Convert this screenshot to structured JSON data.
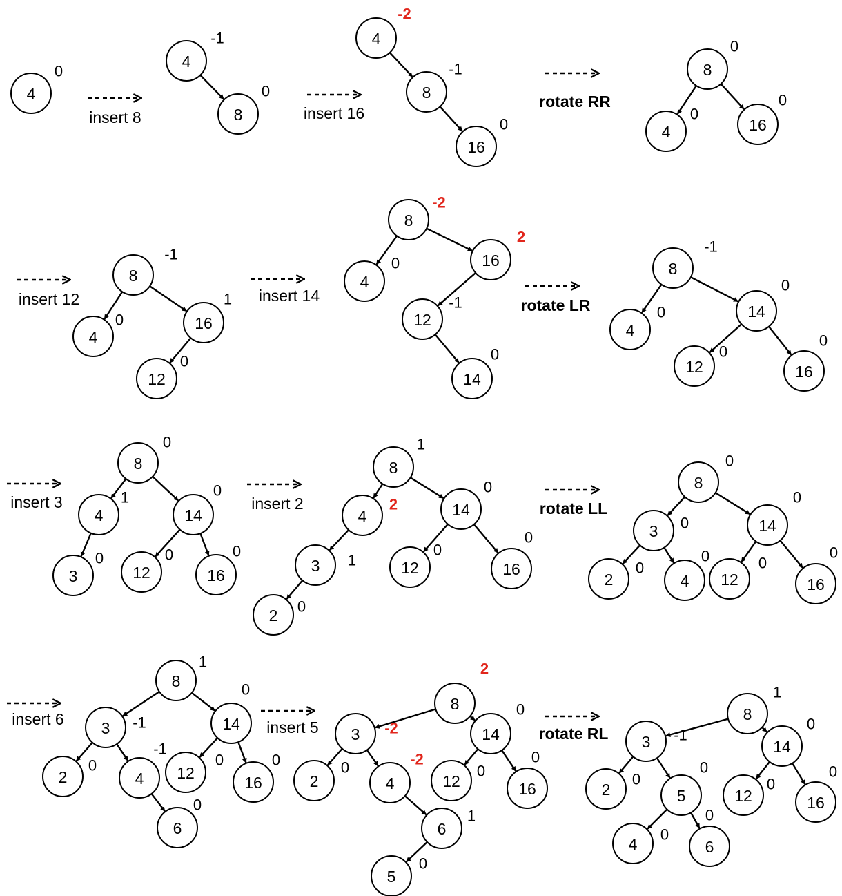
{
  "colors": {
    "imbalance": "#e1261c",
    "stroke": "#000000"
  },
  "steps": [
    {
      "id": "s1a",
      "nodes": [
        {
          "v": "4",
          "bf": "0"
        }
      ],
      "edges": []
    },
    {
      "id": "s1b",
      "nodes": [
        {
          "v": "4",
          "bf": "-1"
        },
        {
          "v": "8",
          "bf": "0"
        }
      ],
      "edges": [
        [
          0,
          1
        ]
      ]
    },
    {
      "id": "s1c",
      "nodes": [
        {
          "v": "4",
          "bf": "-2",
          "red": true
        },
        {
          "v": "8",
          "bf": "-1"
        },
        {
          "v": "16",
          "bf": "0"
        }
      ],
      "edges": [
        [
          0,
          1
        ],
        [
          1,
          2
        ]
      ]
    },
    {
      "id": "s1d",
      "nodes": [
        {
          "v": "8",
          "bf": "0"
        },
        {
          "v": "4",
          "bf": "0"
        },
        {
          "v": "16",
          "bf": "0"
        }
      ],
      "edges": [
        [
          0,
          1
        ],
        [
          0,
          2
        ]
      ]
    },
    {
      "id": "s2a",
      "nodes": [
        {
          "v": "8",
          "bf": "-1"
        },
        {
          "v": "4",
          "bf": "0"
        },
        {
          "v": "16",
          "bf": "1"
        },
        {
          "v": "12",
          "bf": "0"
        }
      ],
      "edges": [
        [
          0,
          1
        ],
        [
          0,
          2
        ],
        [
          2,
          3
        ]
      ]
    },
    {
      "id": "s2b",
      "nodes": [
        {
          "v": "8",
          "bf": "-2",
          "red": true
        },
        {
          "v": "4",
          "bf": "0"
        },
        {
          "v": "16",
          "bf": "2",
          "red": true
        },
        {
          "v": "12",
          "bf": "-1"
        },
        {
          "v": "14",
          "bf": "0"
        }
      ],
      "edges": [
        [
          0,
          1
        ],
        [
          0,
          2
        ],
        [
          2,
          3
        ],
        [
          3,
          4
        ]
      ]
    },
    {
      "id": "s2c",
      "nodes": [
        {
          "v": "8",
          "bf": "-1"
        },
        {
          "v": "4",
          "bf": "0"
        },
        {
          "v": "14",
          "bf": "0"
        },
        {
          "v": "12",
          "bf": "0"
        },
        {
          "v": "16",
          "bf": "0"
        }
      ],
      "edges": [
        [
          0,
          1
        ],
        [
          0,
          2
        ],
        [
          2,
          3
        ],
        [
          2,
          4
        ]
      ]
    },
    {
      "id": "s3a",
      "nodes": [
        {
          "v": "8",
          "bf": "0"
        },
        {
          "v": "4",
          "bf": "1"
        },
        {
          "v": "14",
          "bf": "0"
        },
        {
          "v": "3",
          "bf": "0"
        },
        {
          "v": "12",
          "bf": "0"
        },
        {
          "v": "16",
          "bf": "0"
        }
      ],
      "edges": [
        [
          0,
          1
        ],
        [
          0,
          2
        ],
        [
          1,
          3
        ],
        [
          2,
          4
        ],
        [
          2,
          5
        ]
      ]
    },
    {
      "id": "s3b",
      "nodes": [
        {
          "v": "8",
          "bf": "1"
        },
        {
          "v": "4",
          "bf": "2",
          "red": true
        },
        {
          "v": "14",
          "bf": "0"
        },
        {
          "v": "3",
          "bf": "1"
        },
        {
          "v": "12",
          "bf": "0"
        },
        {
          "v": "16",
          "bf": "0"
        },
        {
          "v": "2",
          "bf": "0"
        }
      ],
      "edges": [
        [
          0,
          1
        ],
        [
          0,
          2
        ],
        [
          1,
          3
        ],
        [
          2,
          4
        ],
        [
          2,
          5
        ],
        [
          3,
          6
        ]
      ]
    },
    {
      "id": "s3c",
      "nodes": [
        {
          "v": "8",
          "bf": "0"
        },
        {
          "v": "3",
          "bf": "0"
        },
        {
          "v": "14",
          "bf": "0"
        },
        {
          "v": "2",
          "bf": "0"
        },
        {
          "v": "4",
          "bf": "0"
        },
        {
          "v": "12",
          "bf": "0"
        },
        {
          "v": "16",
          "bf": "0"
        }
      ],
      "edges": [
        [
          0,
          1
        ],
        [
          0,
          2
        ],
        [
          1,
          3
        ],
        [
          1,
          4
        ],
        [
          2,
          5
        ],
        [
          2,
          6
        ]
      ]
    },
    {
      "id": "s4a",
      "nodes": [
        {
          "v": "8",
          "bf": "1"
        },
        {
          "v": "3",
          "bf": "-1"
        },
        {
          "v": "14",
          "bf": "0"
        },
        {
          "v": "2",
          "bf": "0"
        },
        {
          "v": "4",
          "bf": "-1"
        },
        {
          "v": "12",
          "bf": "0"
        },
        {
          "v": "16",
          "bf": "0"
        },
        {
          "v": "6",
          "bf": "0"
        }
      ],
      "edges": [
        [
          0,
          1
        ],
        [
          0,
          2
        ],
        [
          1,
          3
        ],
        [
          1,
          4
        ],
        [
          2,
          5
        ],
        [
          2,
          6
        ],
        [
          4,
          7
        ]
      ]
    },
    {
      "id": "s4b",
      "nodes": [
        {
          "v": "8",
          "bf": "2",
          "red": true
        },
        {
          "v": "3",
          "bf": "-2",
          "red": true
        },
        {
          "v": "14",
          "bf": "0"
        },
        {
          "v": "2",
          "bf": "0"
        },
        {
          "v": "4",
          "bf": "-2",
          "red": true
        },
        {
          "v": "12",
          "bf": "0"
        },
        {
          "v": "16",
          "bf": "0"
        },
        {
          "v": "6",
          "bf": "1"
        },
        {
          "v": "5",
          "bf": "0"
        }
      ],
      "edges": [
        [
          0,
          1
        ],
        [
          0,
          2
        ],
        [
          1,
          3
        ],
        [
          1,
          4
        ],
        [
          2,
          5
        ],
        [
          2,
          6
        ],
        [
          4,
          7
        ],
        [
          7,
          8
        ]
      ]
    },
    {
      "id": "s4c",
      "nodes": [
        {
          "v": "8",
          "bf": "1"
        },
        {
          "v": "3",
          "bf": "-1"
        },
        {
          "v": "14",
          "bf": "0"
        },
        {
          "v": "2",
          "bf": "0"
        },
        {
          "v": "5",
          "bf": "0"
        },
        {
          "v": "12",
          "bf": "0"
        },
        {
          "v": "16",
          "bf": "0"
        },
        {
          "v": "4",
          "bf": "0"
        },
        {
          "v": "6",
          "bf": "0"
        }
      ],
      "edges": [
        [
          0,
          1
        ],
        [
          0,
          2
        ],
        [
          1,
          3
        ],
        [
          1,
          4
        ],
        [
          2,
          5
        ],
        [
          2,
          6
        ],
        [
          4,
          7
        ],
        [
          4,
          8
        ]
      ]
    }
  ],
  "transitions": [
    {
      "label": "insert 8",
      "bold": false
    },
    {
      "label": "insert 16",
      "bold": false
    },
    {
      "label": "rotate RR",
      "bold": true
    },
    {
      "label": "insert 12",
      "bold": false
    },
    {
      "label": "insert 14",
      "bold": false
    },
    {
      "label": "rotate LR",
      "bold": true
    },
    {
      "label": "insert 3",
      "bold": false
    },
    {
      "label": "insert 2",
      "bold": false
    },
    {
      "label": "rotate LL",
      "bold": true
    },
    {
      "label": "insert 6",
      "bold": false
    },
    {
      "label": "insert 5",
      "bold": false
    },
    {
      "label": "rotate RL",
      "bold": true
    }
  ]
}
